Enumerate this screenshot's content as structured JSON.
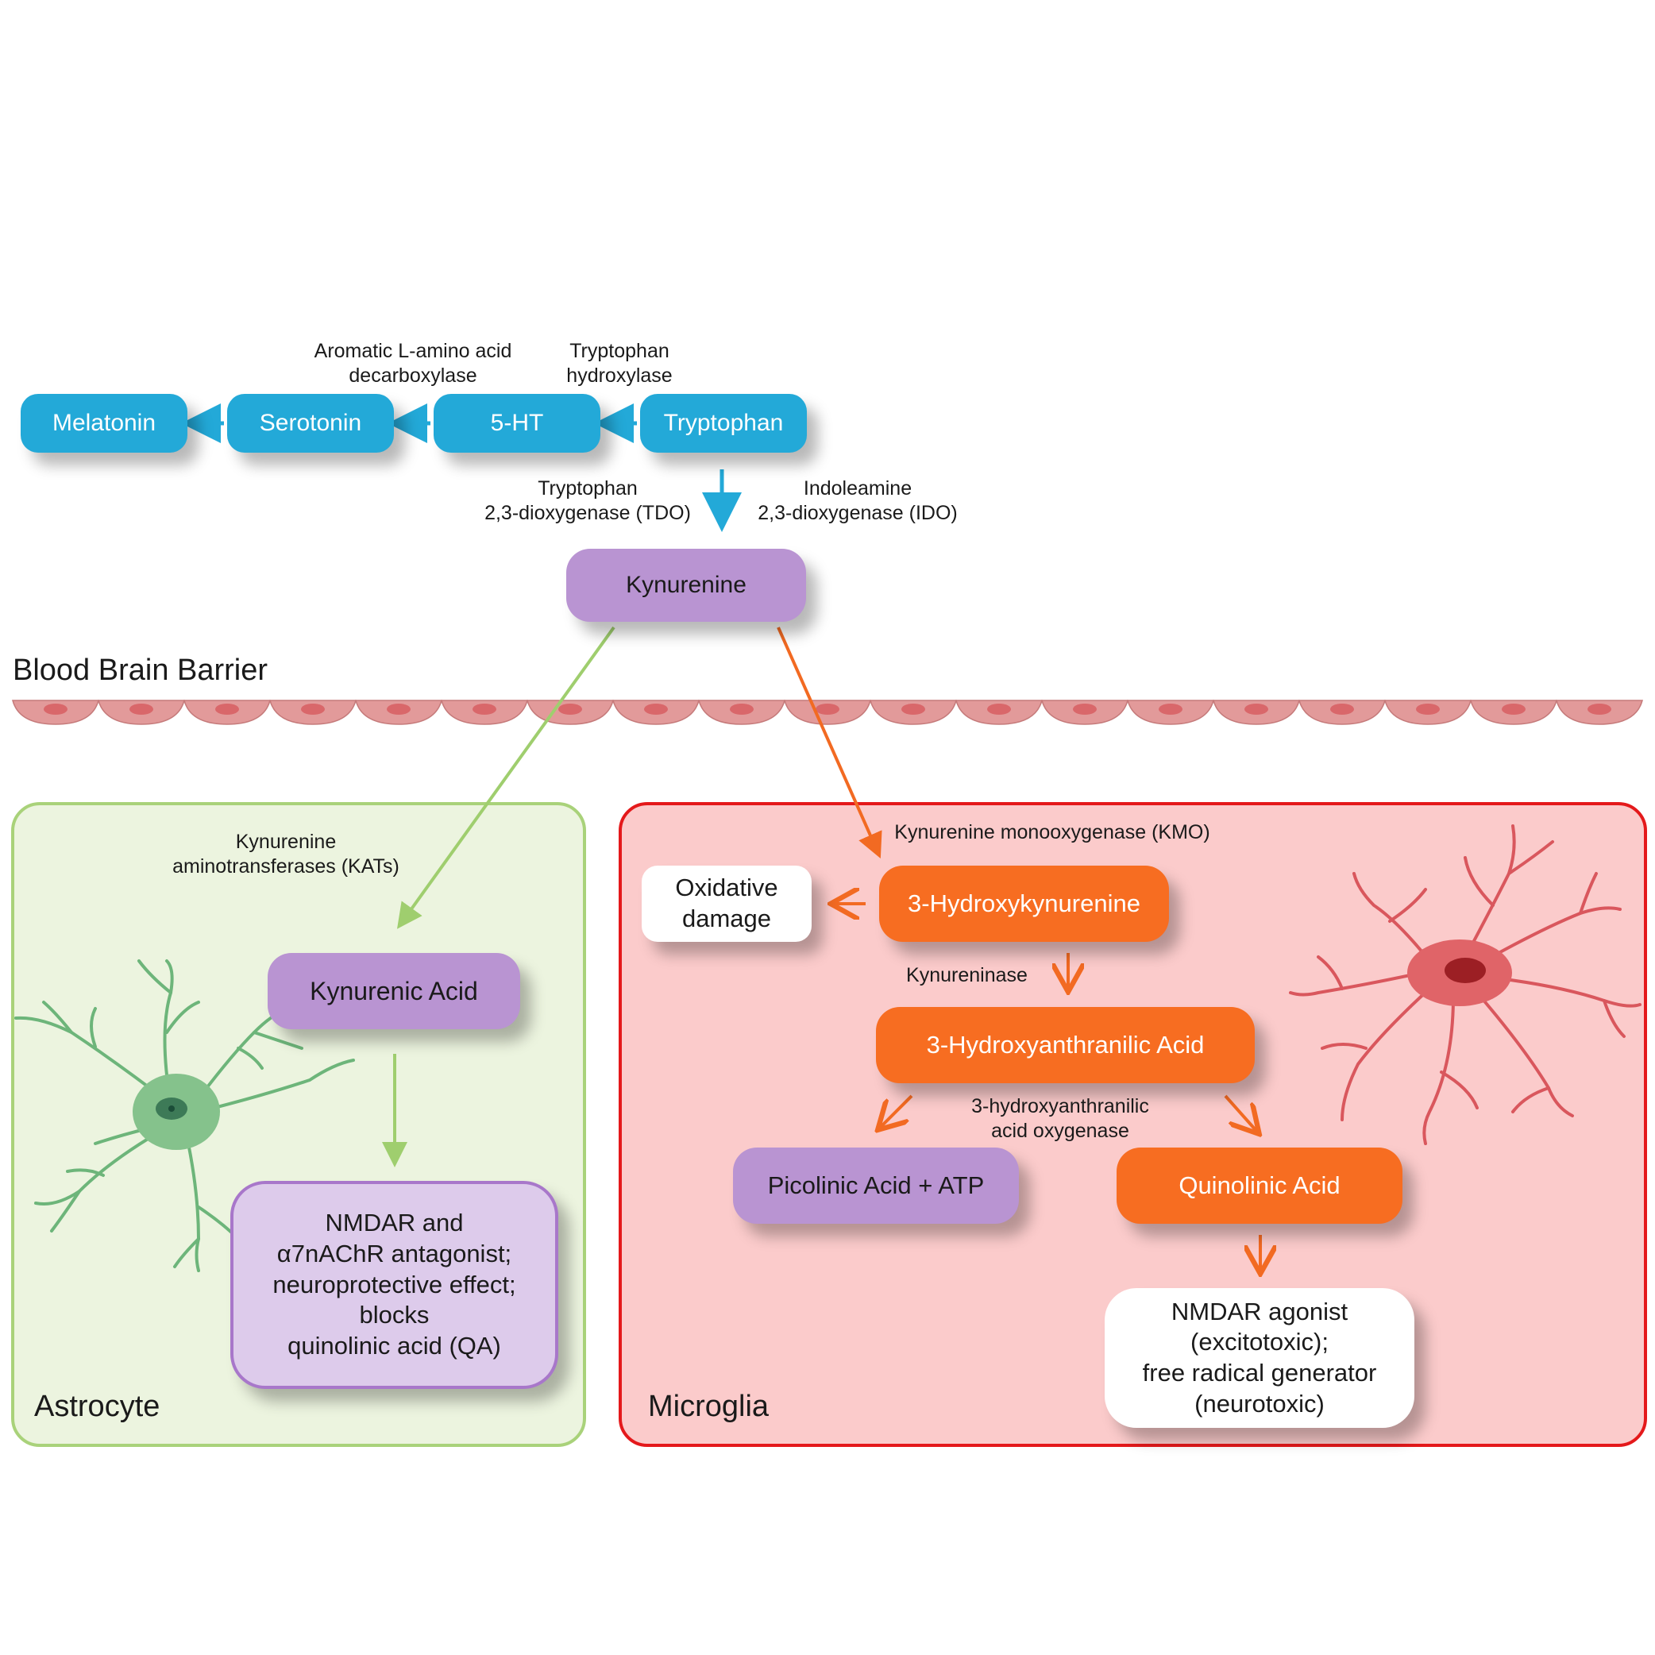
{
  "colors": {
    "tryptophan_pathway": "#23a9d8",
    "kynurenine_node": "#b994d2",
    "astrocyte_arrow": "#9fce6e",
    "microglia_arrow": "#f26a22",
    "astrocyte_region_fill": "#ecf4df",
    "astrocyte_region_border": "#a9d27a",
    "microglia_region_fill": "#fbcbcb",
    "microglia_region_border": "#e4191b",
    "barrier_cell": "#e29a9a",
    "barrier_nucleus": "#d9676a"
  },
  "nodes": {
    "melatonin": "Melatonin",
    "serotonin": "Serotonin",
    "five_ht": "5-HT",
    "tryptophan": "Tryptophan",
    "kynurenine": "Kynurenine",
    "kynurenic_acid": "Kynurenic Acid",
    "kynurenic_effect": "NMDAR and\nα7nAChR antagonist;\nneuroprotective effect;\nblocks\nquinolinic acid (QA)",
    "hydroxykynurenine": "3-Hydroxykynurenine",
    "oxidative_damage": "Oxidative\ndamage",
    "hydroxyanthranilic": "3-Hydroxyanthranilic Acid",
    "picolinic": "Picolinic Acid + ATP",
    "quinolinic": "Quinolinic Acid",
    "quinolinic_effect": "NMDAR agonist\n(excitotoxic);\nfree radical generator\n(neurotoxic)"
  },
  "enzymes": {
    "aadc": "Aromatic L-amino acid\ndecarboxylase",
    "tph": "Tryptophan\nhydroxylase",
    "tdo": "Tryptophan\n2,3-dioxygenase (TDO)",
    "ido": "Indoleamine\n2,3-dioxygenase (IDO)",
    "kats": "Kynurenine\naminotransferases (KATs)",
    "kmo": "Kynurenine monooxygenase (KMO)",
    "kynureninase": "Kynureninase",
    "haao": "3-hydroxyanthranilic\nacid oxygenase"
  },
  "regions": {
    "barrier": "Blood Brain Barrier",
    "astrocyte": "Astrocyte",
    "microglia": "Microglia"
  }
}
